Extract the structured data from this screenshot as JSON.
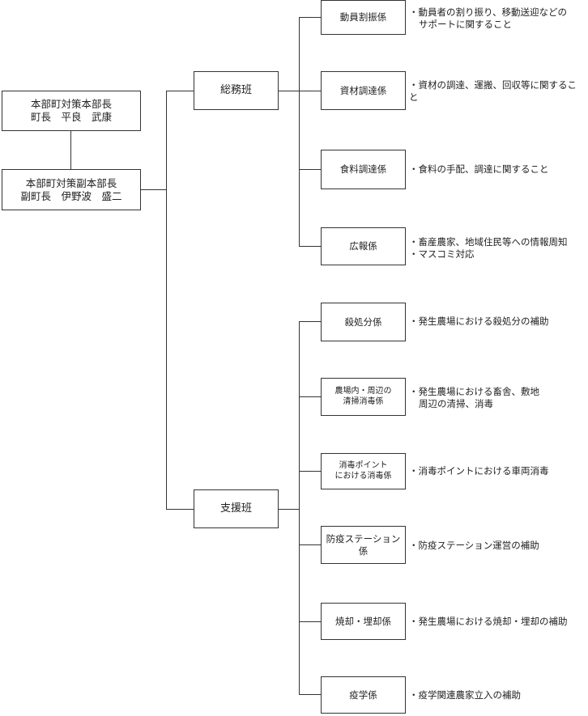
{
  "leaders": {
    "chief": {
      "line1": "本部町対策本部長",
      "line2": "町長　平良　武康"
    },
    "deputy": {
      "line1": "本部町対策副本部長",
      "line2": "副町長　伊野波　盛二"
    }
  },
  "teams": {
    "general": {
      "label": "総務班"
    },
    "support": {
      "label": "支援班"
    }
  },
  "units": {
    "mobilization": {
      "label": "動員割振係",
      "desc_line1": "・動員者の割り振り、移動送迎などの",
      "desc_line2": "サポートに関すること"
    },
    "materials": {
      "label": "資材調達係",
      "desc_line1": "・資材の調達、運搬、回収等に関するこ",
      "desc_line2": "と"
    },
    "food": {
      "label": "食料調達係",
      "desc_line1": "・食料の手配、調達に関すること"
    },
    "pr": {
      "label": "広報係",
      "desc_line1": "・畜産農家、地域住民等への情報周知",
      "desc_line2": "・マスコミ対応"
    },
    "culling": {
      "label": "殺処分係",
      "desc_line1": "・発生農場における殺処分の補助"
    },
    "farm_cleaning": {
      "label_line1": "農場内・周辺の",
      "label_line2": "清掃消毒係",
      "desc_line1": "・発生農場における畜舎、敷地",
      "desc_line2": "周辺の清掃、消毒"
    },
    "checkpoint": {
      "label_line1": "消毒ポイント",
      "label_line2": "における消毒係",
      "desc_line1": "・消毒ポイントにおける車両消毒"
    },
    "station": {
      "label_line1": "防疫ステーション",
      "label_line2": "係",
      "desc_line1": "・防疫ステーション運営の補助"
    },
    "burial": {
      "label": "焼却・埋却係",
      "desc_line1": "・発生農場における焼却・埋却の補助"
    },
    "epidemiology": {
      "label": "疫学係",
      "desc_line1": "・疫学関連農家立入の補助"
    }
  }
}
